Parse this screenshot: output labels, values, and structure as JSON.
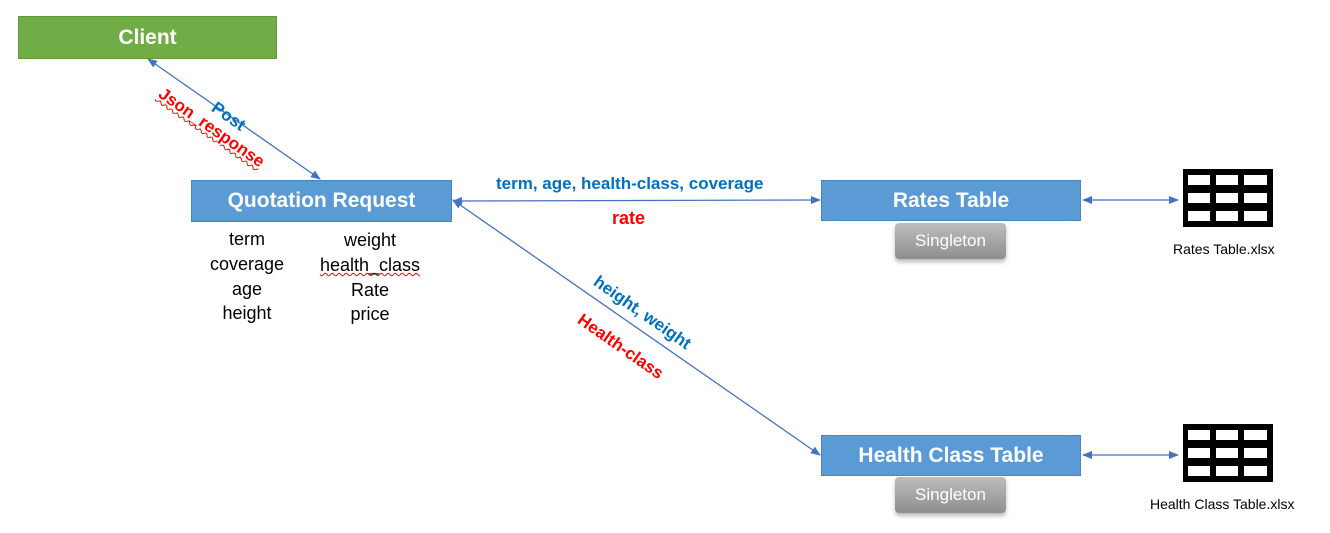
{
  "nodes": {
    "client": "Client",
    "quotation_request": "Quotation Request",
    "rates_table": "Rates Table",
    "health_class_table": "Health Class Table",
    "singleton_rates": "Singleton",
    "singleton_health": "Singleton"
  },
  "quotation_fields": {
    "left": [
      "term",
      "coverage",
      "age",
      "height"
    ],
    "right": [
      "weight",
      "health_class",
      "Rate",
      "price"
    ]
  },
  "edges": {
    "client_post": "Post",
    "client_json": "Json_response",
    "rates_request": "term, age, health-class, coverage",
    "rates_response": "rate",
    "health_request": "height, weight",
    "health_response": "Health-class"
  },
  "files": {
    "rates": "Rates Table.xlsx",
    "health": "Health Class Table.xlsx"
  },
  "colors": {
    "client_box": "#70ad47",
    "table_box": "#5b9bd5",
    "request_text": "#0070c0",
    "response_text": "#ff0000",
    "connector": "#4472c4",
    "singleton": "#a6a6a6"
  },
  "icons": {
    "spreadsheet": "table-grid-icon"
  }
}
